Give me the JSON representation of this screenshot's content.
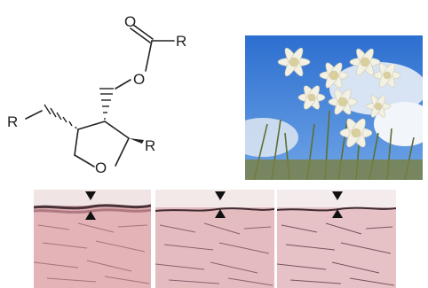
{
  "structure": {
    "atoms": {
      "carbonyl_oxygen": "O",
      "ester_oxygen": "O",
      "ring_oxygen": "O",
      "r_acyl": "R",
      "r_side": "R",
      "r_ring": "R"
    }
  },
  "colors": {
    "sky": "#3d7ed8",
    "petal": "#f3f0e4",
    "grass": "#6e7a3a",
    "tissue_pink": "#e3b3b8",
    "tissue_dark": "#4a3038"
  },
  "icons": {
    "arrow_pair": "thickness-marker-icon"
  }
}
